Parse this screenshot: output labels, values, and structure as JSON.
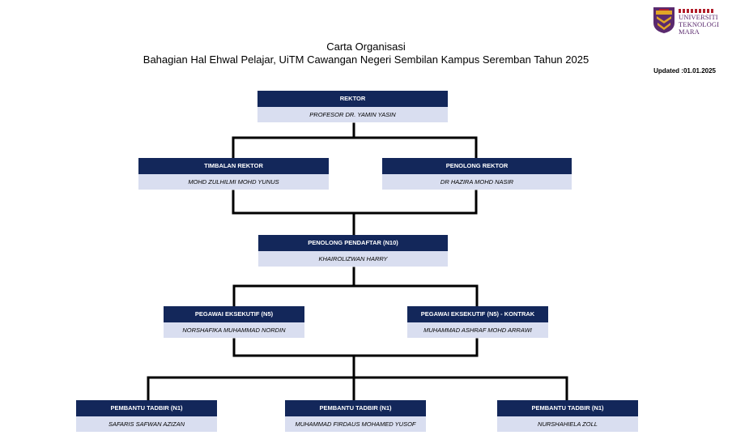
{
  "header": {
    "title": "Carta Organisasi",
    "subtitle": "Bahagian Hal Ehwal Pelajar, UiTM Cawangan Negeri Sembilan Kampus Seremban Tahun 2025",
    "updated": "Updated :01.01.2025"
  },
  "logo": {
    "line1": "UNIVERSITI",
    "line2": "TEKNOLOGI",
    "line3": "MARA",
    "colors": {
      "purple": "#5a2a6e",
      "gold": "#e0a526",
      "red": "#b11e2b"
    }
  },
  "colors": {
    "header_bg": "#13275a",
    "body_bg": "#d9def0",
    "line": "#000000"
  },
  "org": {
    "rektor": {
      "title": "REKTOR",
      "name": "PROFESOR DR. YAMIN YASIN"
    },
    "timbalan_rektor": {
      "title": "TIMBALAN REKTOR",
      "name": "MOHD ZULHILMI MOHD YUNUS"
    },
    "penolong_rektor": {
      "title": "PENOLONG REKTOR",
      "name": "DR HAZIRA MOHD NASIR"
    },
    "penolong_pendaftar": {
      "title": "PENOLONG PENDAFTAR (N10)",
      "name": "KHAIROLIZWAN HARRY"
    },
    "pegawai_eksekutif_1": {
      "title": "PEGAWAI EKSEKUTIF (N5)",
      "name": "NORSHAFIKA MUHAMMAD NORDIN"
    },
    "pegawai_eksekutif_2": {
      "title": "PEGAWAI EKSEKUTIF (N5) - KONTRAK",
      "name": "MUHAMMAD ASHRAF MOHD ARRAWI"
    },
    "pembantu_tadbir_1": {
      "title": "PEMBANTU TADBIR (N1)",
      "name": "SAFARIS SAFWAN AZIZAN"
    },
    "pembantu_tadbir_2": {
      "title": "PEMBANTU TADBIR (N1)",
      "name": "MUHAMMAD FIRDAUS MOHAMED YUSOF"
    },
    "pembantu_tadbir_3": {
      "title": "PEMBANTU TADBIR (N1)",
      "name": "NURSHAHIELA ZOLL"
    }
  }
}
